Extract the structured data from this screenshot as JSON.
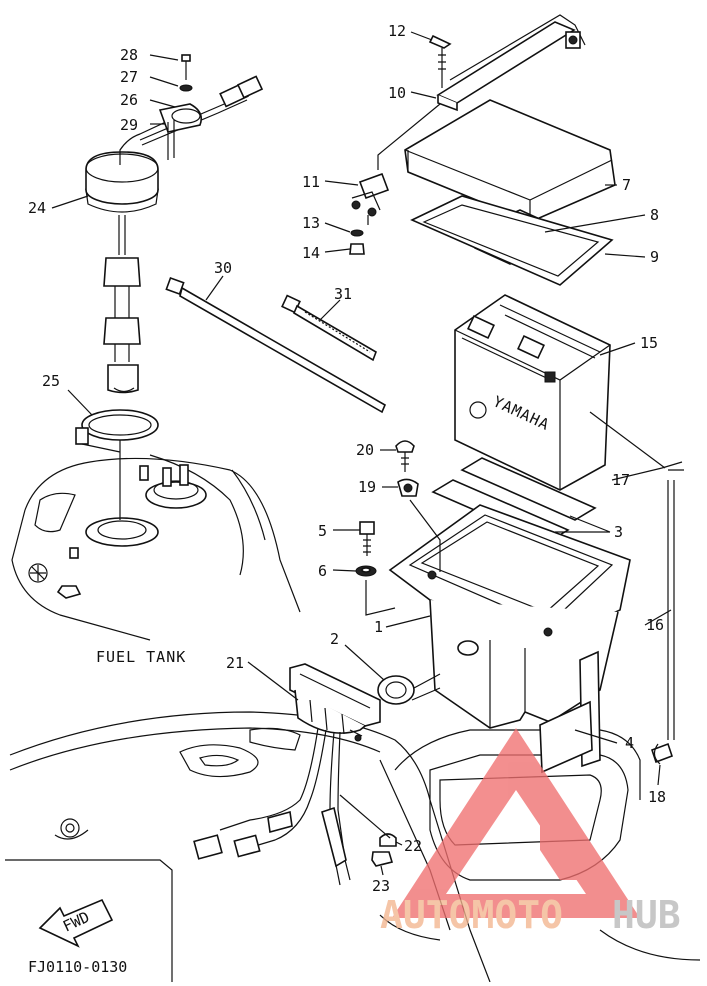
{
  "diagram": {
    "fuel_tank_label": "FUEL TANK",
    "fwd_label": "FWD",
    "ref_code": "FJ0110-0130",
    "battery_brand": "YAMAHA",
    "callouts": [
      {
        "id": "c28",
        "text": "28"
      },
      {
        "id": "c27",
        "text": "27"
      },
      {
        "id": "c26",
        "text": "26"
      },
      {
        "id": "c29",
        "text": "29"
      },
      {
        "id": "c24",
        "text": "24"
      },
      {
        "id": "c30",
        "text": "30"
      },
      {
        "id": "c31",
        "text": "31"
      },
      {
        "id": "c25",
        "text": "25"
      },
      {
        "id": "c12",
        "text": "12"
      },
      {
        "id": "c10",
        "text": "10"
      },
      {
        "id": "c11",
        "text": "11"
      },
      {
        "id": "c13",
        "text": "13"
      },
      {
        "id": "c14",
        "text": "14"
      },
      {
        "id": "c7",
        "text": "7"
      },
      {
        "id": "c8",
        "text": "8"
      },
      {
        "id": "c9",
        "text": "9"
      },
      {
        "id": "c15",
        "text": "15"
      },
      {
        "id": "c20",
        "text": "20"
      },
      {
        "id": "c19",
        "text": "19"
      },
      {
        "id": "c17",
        "text": "17"
      },
      {
        "id": "c3",
        "text": "3"
      },
      {
        "id": "c5",
        "text": "5"
      },
      {
        "id": "c6",
        "text": "6"
      },
      {
        "id": "c1",
        "text": "1"
      },
      {
        "id": "c16",
        "text": "16"
      },
      {
        "id": "c2",
        "text": "2"
      },
      {
        "id": "c21",
        "text": "21"
      },
      {
        "id": "c4",
        "text": "4"
      },
      {
        "id": "c18",
        "text": "18"
      },
      {
        "id": "c22",
        "text": "22"
      },
      {
        "id": "c23",
        "text": "23"
      }
    ]
  },
  "watermark": {
    "text_a": "AUTOMOTO",
    "text_b": "HUB",
    "color_a": "#f3b58f",
    "color_b": "#b8b8b8",
    "logo_color": "#ef6f6f"
  }
}
